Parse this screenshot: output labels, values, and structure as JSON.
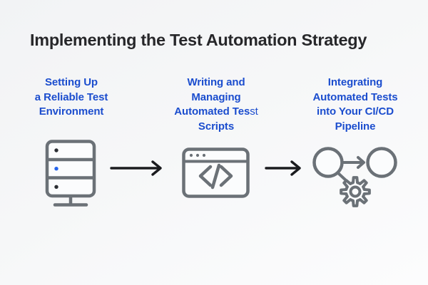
{
  "title": "Implementing the Test Automation Strategy",
  "steps": [
    {
      "icon": "server-icon",
      "lines": [
        "Setting Up",
        "a Reliable Test",
        "Environment"
      ]
    },
    {
      "icon": "browser-code-icon",
      "lines": [
        "Writing and",
        "Managing",
        "Automated Tes",
        "Scripts"
      ],
      "line_light_suffix": "st"
    },
    {
      "icon": "pipeline-gear-icon",
      "lines": [
        "Integrating",
        "Automated Tests",
        "into Your CI/CD",
        "Pipeline"
      ]
    }
  ],
  "connector_icon": "arrow-right",
  "colors": {
    "background_top": "#f2f3f5",
    "background_bottom": "#fcfcfd",
    "title": "#27272a",
    "step_heading": "#1b4dce",
    "icon_outline": "#6b7177",
    "arrow": "#1a1b1e",
    "server_dot": "#2b2e33",
    "server_dot_active": "#2563eb"
  }
}
